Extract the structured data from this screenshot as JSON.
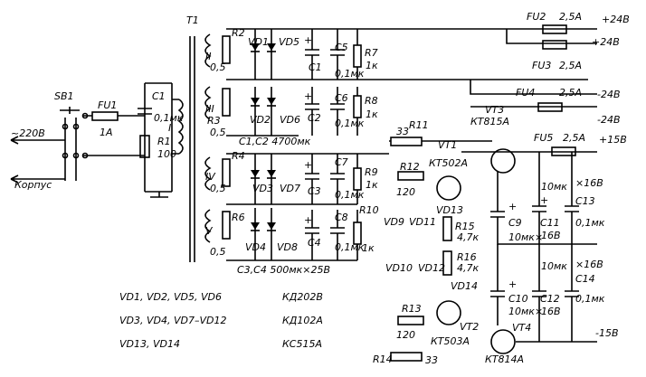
{
  "transformer": "T1",
  "primary": {
    "mains": "~220В",
    "chassis": "Корпус",
    "switch": "SB1",
    "fuse": "FU1",
    "fuse_rating": "1А",
    "cap": "C1",
    "cap_value": "0,1мк",
    "resistor": "R1",
    "resistor_value": "100",
    "winding": "I"
  },
  "windings": [
    "II",
    "III",
    "IV",
    "V"
  ],
  "bridge_resistors": [
    {
      "name": "R2",
      "value": "0,5"
    },
    {
      "name": "R3",
      "value": "0,5"
    },
    {
      "name": "R4",
      "value": "0,5"
    },
    {
      "name": "R6",
      "value": "0,5"
    }
  ],
  "diodes_top": [
    "VD1",
    "VD5",
    "VD2",
    "VD6"
  ],
  "diodes_bottom": [
    "VD3",
    "VD7",
    "VD4",
    "VD8"
  ],
  "filter_caps": [
    "C1",
    "C5",
    "C2",
    "C6",
    "C3",
    "C7",
    "C4",
    "C8"
  ],
  "small_cap_value": "0,1мк",
  "bleed_resistors": [
    {
      "name": "R7",
      "value": "1к"
    },
    {
      "name": "R8",
      "value": "1к"
    },
    {
      "name": "R9",
      "value": "1к"
    },
    {
      "name": "R10",
      "value": "1к"
    }
  ],
  "cap_note_top": "C1,C2  4700мк",
  "cap_note_bottom": "C3,C4   500мк×25В",
  "outputs": {
    "fu2": "FU2",
    "fu2_rating": "2,5А",
    "fu3": "FU3",
    "fu3_rating": "2,5А",
    "fu4": "FU4",
    "fu4_rating": "2,5А",
    "fu5": "FU5",
    "fu5_rating": "2,5А",
    "v_p24_a": "+24В",
    "v_p24_b": "+24В",
    "v_m24_a": "-24В",
    "v_m24_b": "-24В",
    "v_p15": "+15В",
    "v_m15": "-15В"
  },
  "regulator": {
    "vt3": "VT3",
    "vt3_type": "КТ815А",
    "r11": "R11",
    "r11_value": "33",
    "vt1": "VT1",
    "vt1_type": "КТ502А",
    "r12": "R12",
    "r12_value": "120",
    "vd9": "VD9",
    "vd11": "VD11",
    "vd13": "VD13",
    "r15": "R15",
    "r15_value": "4,7к",
    "r16": "R16",
    "r16_value": "4,7к",
    "vd10": "VD10",
    "vd12": "VD12",
    "vd14": "VD14",
    "c9": "C9",
    "c9_value": "10мк×",
    "c10": "C10",
    "c10_value": "10мк×",
    "c11": "C11",
    "c11_value_a": "10мк",
    "c11_value_b": "16В",
    "c12": "C12",
    "c12_value_a": "10мк",
    "c12_value_b": "16В",
    "c13": "C13",
    "c13_value_a": "×16В",
    "c13_value_b": "0,1мк",
    "c14": "C14",
    "c14_value_a": "×16В",
    "c14_value_b": "0,1мк",
    "r13": "R13",
    "r13_value": "120",
    "vt2": "VT2",
    "vt2_type": "КТ503А",
    "r14": "R14",
    "r14_value": "33",
    "vt4": "VT4",
    "vt4_type": "КТ814А"
  },
  "parts_list": [
    {
      "refs": "VD1, VD2, VD5, VD6",
      "type": "КД202В"
    },
    {
      "refs": "VD3, VD4, VD7–VD12",
      "type": "КД102А"
    },
    {
      "refs": "VD13, VD14",
      "type": "КС515А"
    }
  ]
}
